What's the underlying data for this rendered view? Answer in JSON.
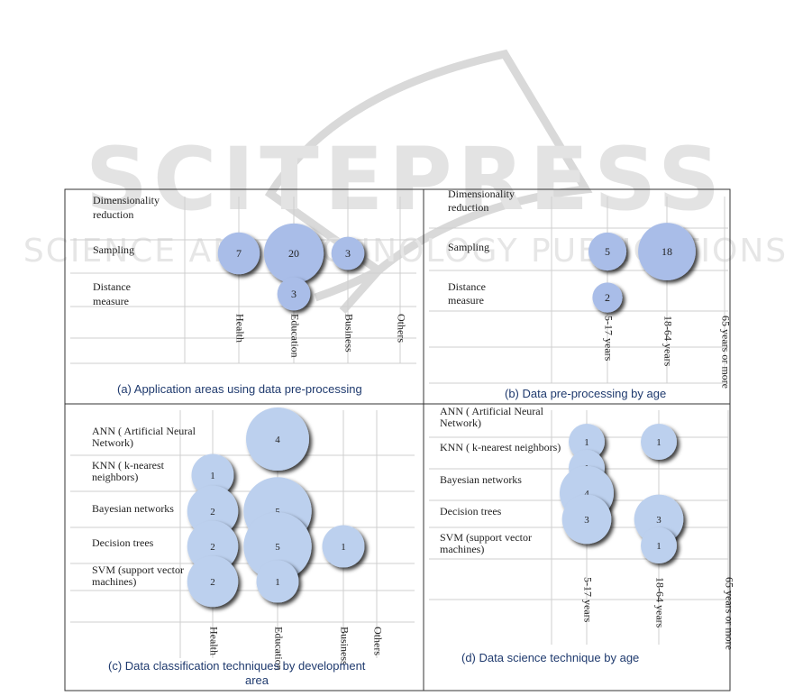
{
  "watermark": {
    "main": "SCITEPRESS",
    "sub": "SCIENCE AND TECHNOLOGY PUBLICATIONS"
  },
  "colors": {
    "bubble": "#a9bde8",
    "bubble_alt": "#bcd0ee",
    "grid": "#cfcfcf",
    "border": "#333333",
    "caption": "#1f3a6e"
  },
  "chart_data": [
    {
      "type": "scatter",
      "title": "(a)   Application areas using data pre-processing",
      "row_labels": [
        [
          "Dimensionality",
          "reduction"
        ],
        [
          "Sampling"
        ],
        [
          "Distance",
          "measure"
        ]
      ],
      "col_labels": [
        "Health",
        "Education",
        "Business",
        "Others"
      ],
      "points": [
        {
          "row": 1,
          "col": 0,
          "value": 7
        },
        {
          "row": 1,
          "col": 1,
          "value": 20
        },
        {
          "row": 1,
          "col": 2,
          "value": 3
        },
        {
          "row": 2,
          "col": 1,
          "value": 3
        }
      ]
    },
    {
      "type": "scatter",
      "title": "(b)   Data pre-processing by age",
      "row_labels": [
        [
          "Dimensionality",
          "reduction"
        ],
        [
          "Sampling"
        ],
        [
          "Distance",
          "measure"
        ]
      ],
      "col_labels": [
        "5-17 years",
        "18-64 years",
        "65 years or more"
      ],
      "points": [
        {
          "row": 1,
          "col": 0,
          "value": 5
        },
        {
          "row": 1,
          "col": 1,
          "value": 18
        },
        {
          "row": 2,
          "col": 0,
          "value": 2
        }
      ]
    },
    {
      "type": "scatter",
      "title": "(c)   Data classification techniques by development area",
      "row_labels": [
        [
          "ANN ( Artificial Neural",
          "Network)"
        ],
        [
          "KNN (  k-nearest",
          "neighbors)"
        ],
        [
          "Bayesian networks"
        ],
        [
          "Decision trees"
        ],
        [
          "SVM (support vector",
          "machines)"
        ]
      ],
      "col_labels": [
        "Health",
        "Education",
        "Business",
        "Others"
      ],
      "points": [
        {
          "row": 0,
          "col": 1,
          "value": 4
        },
        {
          "row": 1,
          "col": 0,
          "value": 1
        },
        {
          "row": 2,
          "col": 0,
          "value": 2
        },
        {
          "row": 2,
          "col": 1,
          "value": 5
        },
        {
          "row": 3,
          "col": 0,
          "value": 2
        },
        {
          "row": 3,
          "col": 1,
          "value": 5
        },
        {
          "row": 3,
          "col": 2,
          "value": 1
        },
        {
          "row": 4,
          "col": 0,
          "value": 2
        },
        {
          "row": 4,
          "col": 1,
          "value": 1
        }
      ]
    },
    {
      "type": "scatter",
      "title": "(d)   Data science technique by age",
      "row_labels": [
        [
          "ANN ( Artificial Neural",
          "Network)"
        ],
        [
          "KNN (  k-nearest neighbors)"
        ],
        [
          "Bayesian networks"
        ],
        [
          "Decision trees"
        ],
        [
          "SVM (support vector",
          "machines)"
        ]
      ],
      "col_labels": [
        "5-17 years",
        "18-64 years",
        "65 years or more"
      ],
      "points": [
        {
          "row": 1,
          "col": 0,
          "value": 1
        },
        {
          "row": 1,
          "col": 1,
          "value": 1
        },
        {
          "row": 2,
          "col": 0,
          "value": 1
        },
        {
          "row": 2,
          "col": 0,
          "value": 4
        },
        {
          "row": 3,
          "col": 0,
          "value": 3
        },
        {
          "row": 3,
          "col": 1,
          "value": 3
        },
        {
          "row": 4,
          "col": 1,
          "value": 1
        }
      ]
    }
  ]
}
